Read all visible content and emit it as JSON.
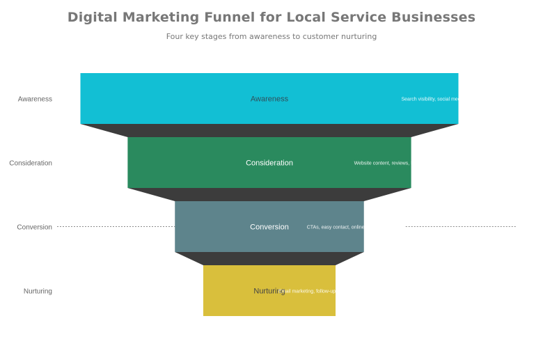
{
  "chart_data": {
    "type": "funnel",
    "title": "Digital Marketing Funnel for Local Service Businesses",
    "subtitle": "Four key stages from awareness to customer nurturing",
    "stages": [
      {
        "name": "Awareness",
        "value": 100,
        "color": "#12bfd4",
        "label_color": "#2f4f5a",
        "description": "Search visibility, social media, paid ads"
      },
      {
        "name": "Consideration",
        "value": 75,
        "color": "#2a8a5e",
        "label_color": "#ffffff",
        "description": "Website content, reviews, local listings"
      },
      {
        "name": "Conversion",
        "value": 50,
        "color": "#5e848c",
        "label_color": "#ffffff",
        "description": "CTAs, easy contact, online booking"
      },
      {
        "name": "Nurturing",
        "value": 35,
        "color": "#d9bf3c",
        "label_color": "#444444",
        "description": "Email marketing, follow-ups, loyalty programs"
      }
    ],
    "connector_color": "#2b2b2b",
    "y_label_color": "#666666"
  }
}
